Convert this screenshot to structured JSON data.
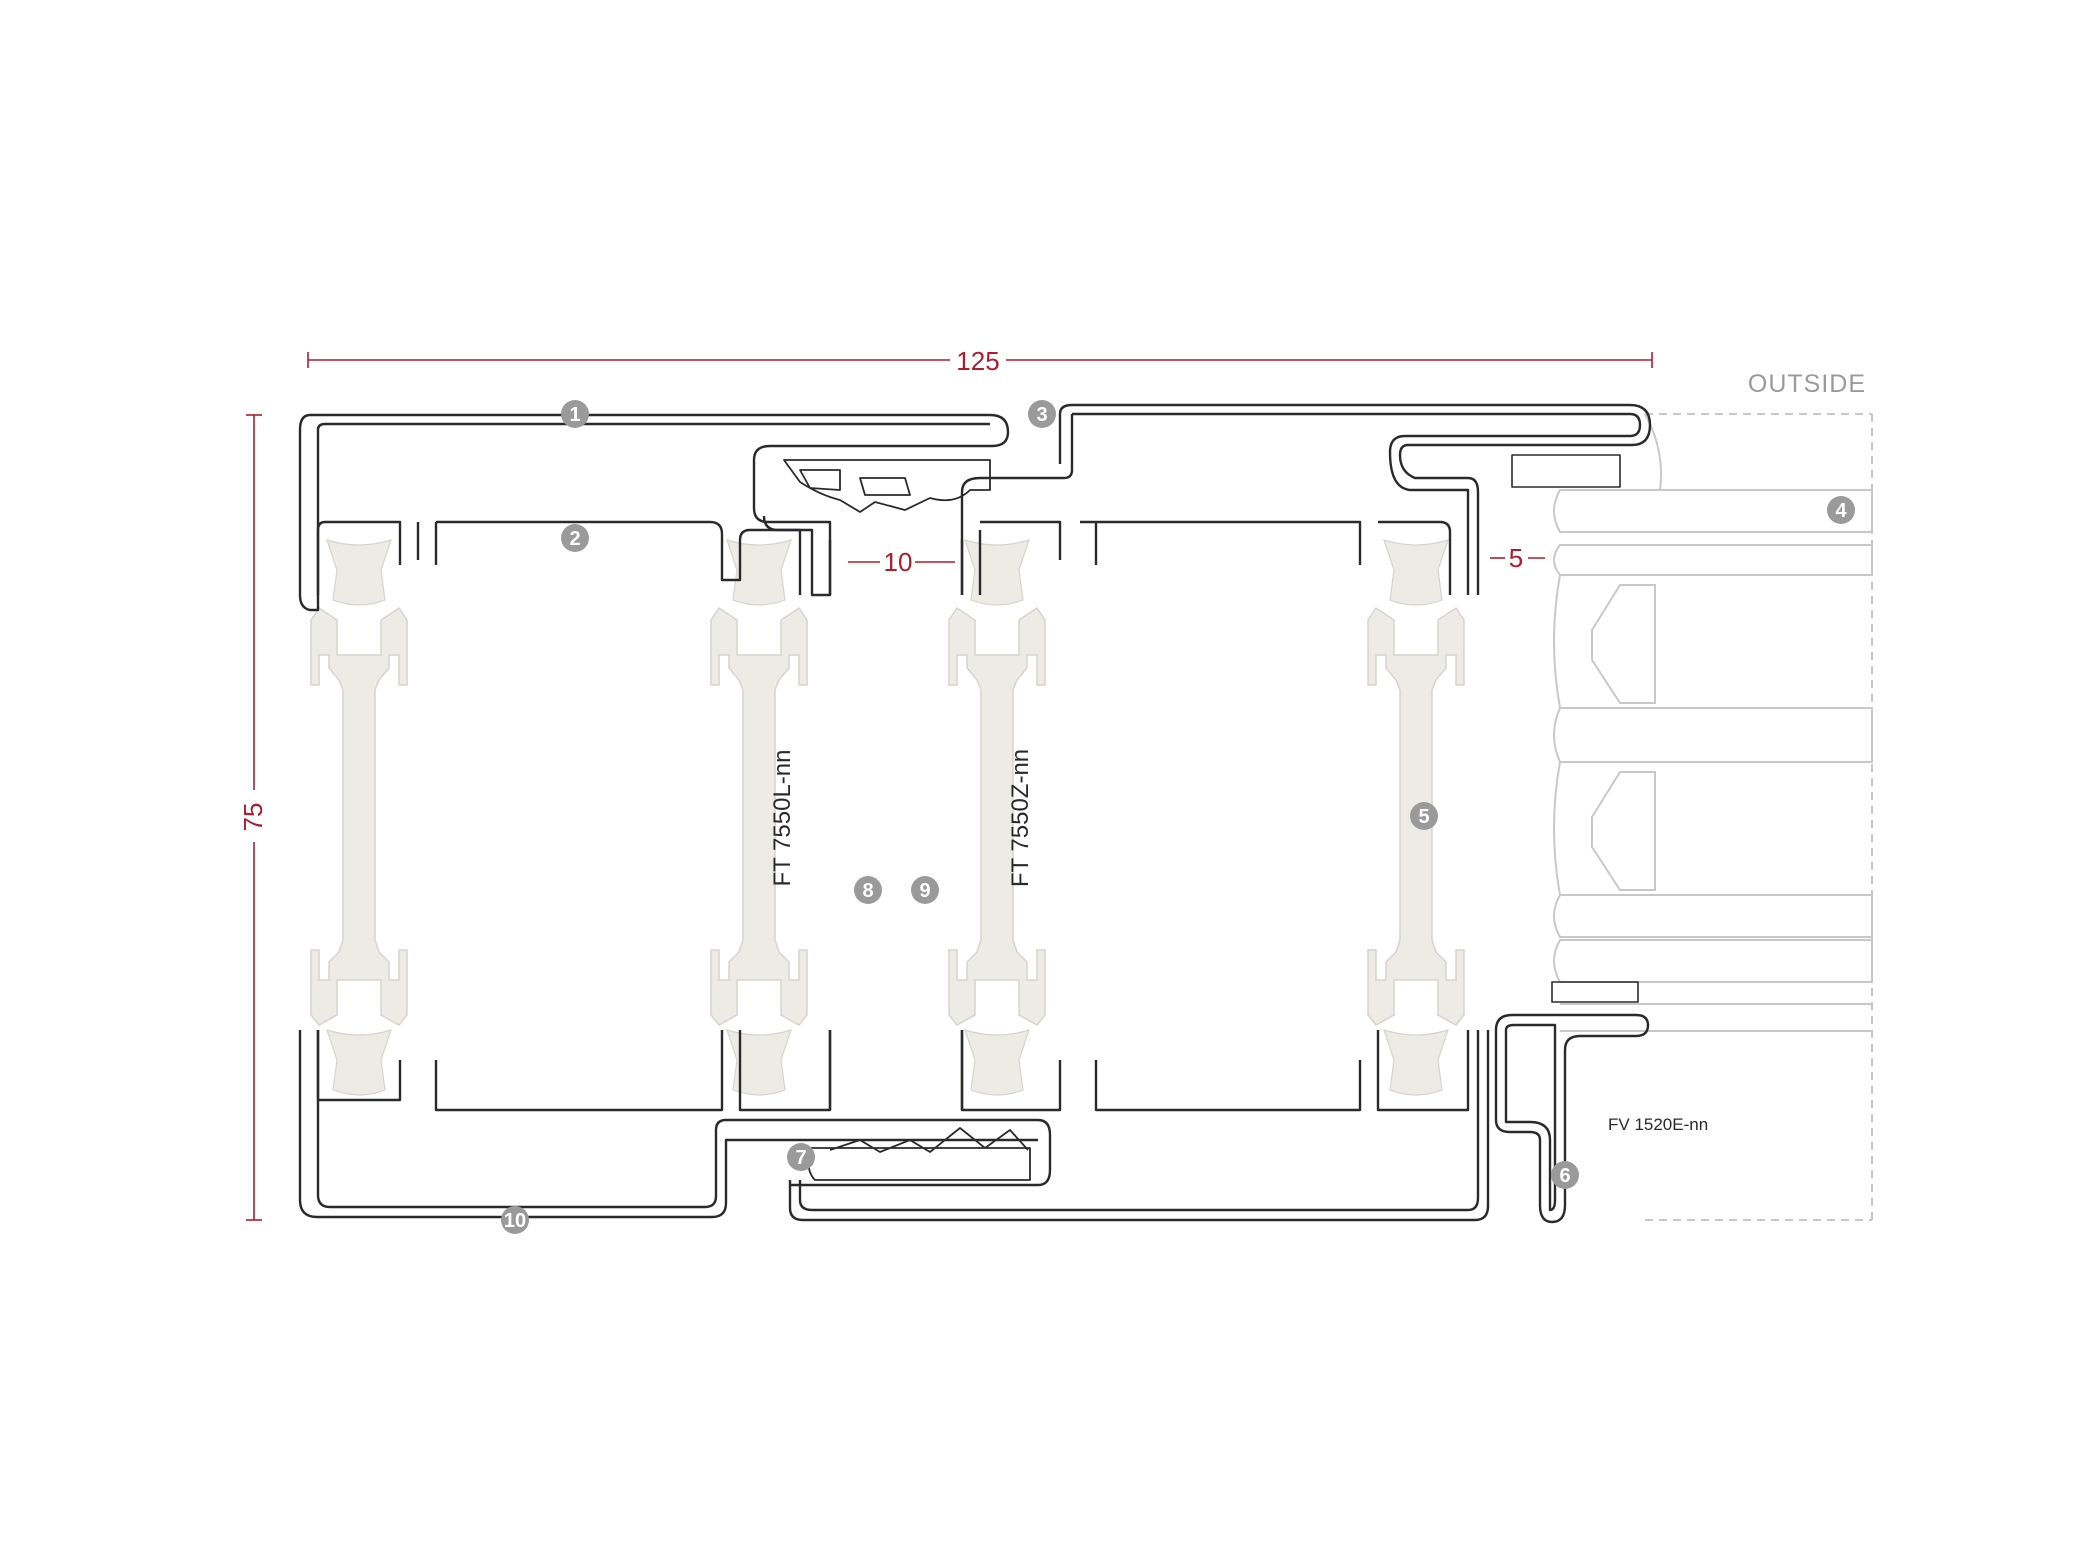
{
  "colors": {
    "dimension": "#b01c2e",
    "profile_stroke": "#2a2a2a",
    "thermal_break": "#ecebe6",
    "thermal_break_stroke": "#d6d4cc",
    "glazing": "#c8c8c8",
    "callout_fill": "#9a9a9a",
    "outside_label": "#9a9a9a"
  },
  "side_label": "OUTSIDE",
  "dimensions": {
    "width": "125",
    "height": "75",
    "gap_center": "10",
    "gap_right": "5"
  },
  "profile_labels": {
    "left": "FT 7550L-nn",
    "middle": "FT 7550Z-nn",
    "glazing_bead": "FV 1520E-nn"
  },
  "callouts": [
    "1",
    "2",
    "3",
    "4",
    "5",
    "6",
    "7",
    "8",
    "9",
    "10",
    "10"
  ]
}
